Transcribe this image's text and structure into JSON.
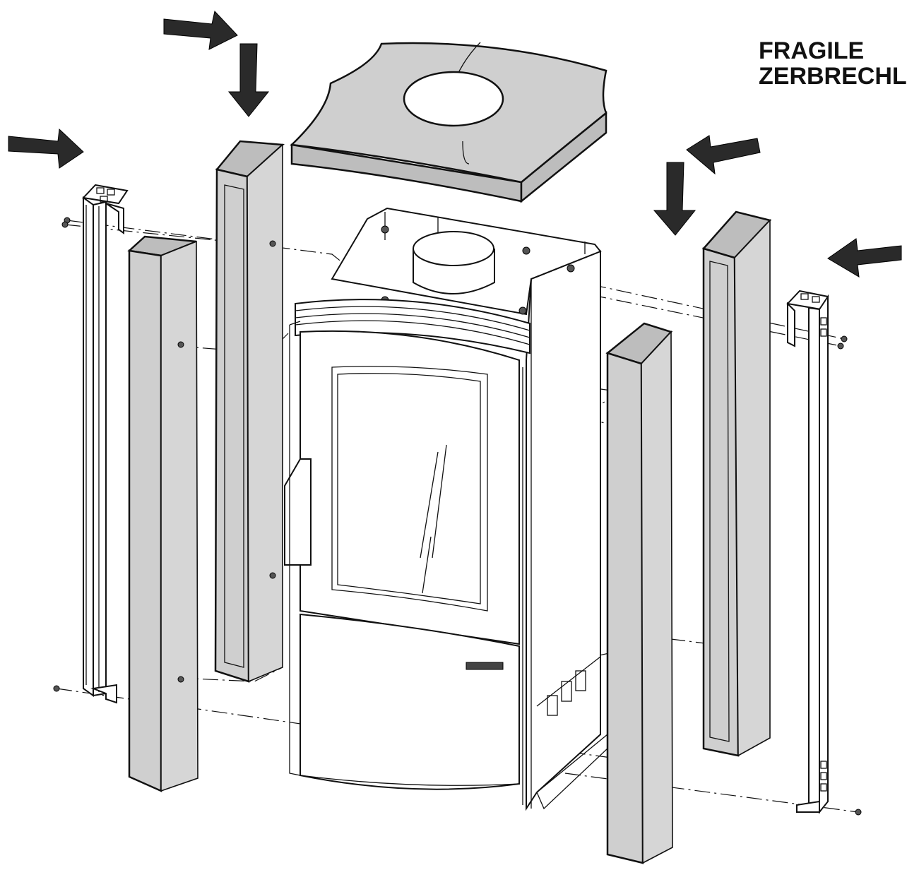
{
  "warning": {
    "line1": "FRAGILE",
    "line2": "ZERBRECHLIC"
  },
  "colors": {
    "stone": "#cfcfcf",
    "outline": "#111111",
    "arrow": "#2a2a2a",
    "background": "#ffffff"
  },
  "parts": [
    "top-stone-plate",
    "front-left-side-stone",
    "rear-left-side-stone",
    "front-right-side-stone",
    "rear-right-side-stone",
    "left-mounting-bracket",
    "right-mounting-bracket",
    "stove-body"
  ]
}
